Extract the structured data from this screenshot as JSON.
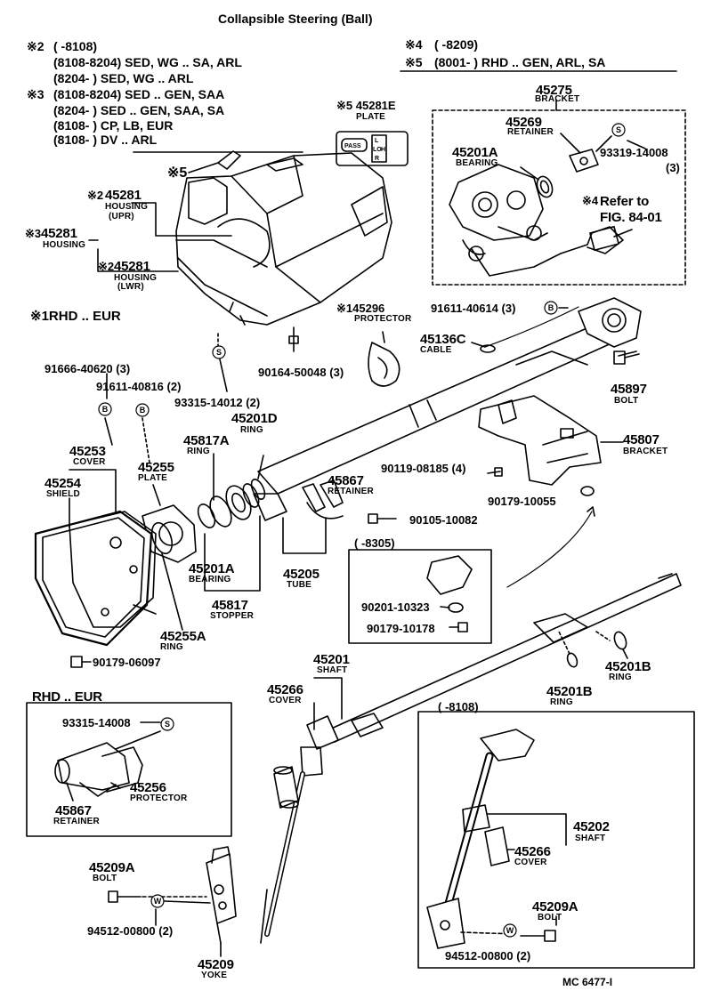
{
  "title": "Collapsible Steering (Ball)",
  "diagram_code": "MC 6477-I",
  "notes_left": [
    {
      "mark": "※2",
      "text": "(          -8108)"
    },
    {
      "mark": "",
      "text": "(8108-8204) SED, WG .. SA, ARL"
    },
    {
      "mark": "",
      "text": "(8204-          ) SED, WG .. ARL"
    },
    {
      "mark": "※3",
      "text": "(8108-8204) SED .. GEN, SAA"
    },
    {
      "mark": "",
      "text": "(8204-          ) SED .. GEN, SAA, SA"
    },
    {
      "mark": "",
      "text": "(8108-          ) CP, LB, EUR"
    },
    {
      "mark": "",
      "text": "(8108-          ) DV .. ARL"
    }
  ],
  "notes_right": [
    {
      "mark": "※4",
      "text": "(          -8209)"
    },
    {
      "mark": "※5",
      "text": "(8001-          ) RHD .. GEN, ARL, SA"
    }
  ],
  "note_rhd_eur": "※1RHD .. EUR",
  "box_rhd_eur_title": "RHD .. EUR",
  "box_8305_title": "(          -8305)",
  "box_8108_title": "(          -8108)",
  "plate": {
    "mark": "※5",
    "number": "45281E",
    "name": "PLATE",
    "legend": [
      "PASS",
      "LO",
      "HI",
      "L",
      "R"
    ]
  },
  "labels": {
    "bracket_45275": {
      "num": "45275",
      "name": "BRACKET"
    },
    "retainer_45269": {
      "num": "45269",
      "name": "RETAINER"
    },
    "bearing_45201a_top": {
      "num": "45201A",
      "name": "BEARING"
    },
    "screw_93319": {
      "num": "93319-14008",
      "qty": "(3)"
    },
    "refer": {
      "mark": "※4",
      "text": "Refer to",
      "fig": "FIG. 84-01"
    },
    "housing_upr": {
      "mark": "※2",
      "num": "45281",
      "name": "HOUSING",
      "sub": "(UPR)"
    },
    "housing": {
      "mark": "※3",
      "num": "45281",
      "name": "HOUSING"
    },
    "housing_lwr": {
      "mark": "※2",
      "num": "45281",
      "name": "HOUSING",
      "sub": "(LWR)"
    },
    "mark5_cover": "※5",
    "protector_145296": {
      "mark": "※1",
      "num": "45296",
      "name": "PROTECTOR"
    },
    "screw_91611_40614": {
      "num": "91611-40614",
      "qty": "(3)"
    },
    "cable_45136c": {
      "num": "45136C",
      "name": "CABLE"
    },
    "bolt_45897": {
      "num": "45897",
      "name": "BOLT"
    },
    "screw_90164": {
      "num": "90164-50048",
      "qty": "(3)"
    },
    "screw_91666": {
      "num": "91666-40620",
      "qty": "(3)"
    },
    "screw_91611_40816": {
      "num": "91611-40816",
      "qty": "(2)"
    },
    "screw_93315_14012": {
      "num": "93315-14012",
      "qty": "(2)"
    },
    "ring_45201d": {
      "num": "45201D",
      "name": "RING"
    },
    "bracket_45807": {
      "num": "45807",
      "name": "BRACKET"
    },
    "ring_45817a": {
      "num": "45817A",
      "name": "RING"
    },
    "cover_45253": {
      "num": "45253",
      "name": "COVER"
    },
    "plate_45255": {
      "num": "45255",
      "name": "PLATE"
    },
    "shield_45254": {
      "num": "45254",
      "name": "SHIELD"
    },
    "retainer_45867": {
      "num": "45867",
      "name": "RETAINER"
    },
    "screw_90119": {
      "num": "90119-08185",
      "qty": "(4)"
    },
    "nut_90179_10055": {
      "num": "90179-10055"
    },
    "bolt_90105": {
      "num": "90105-10082"
    },
    "bearing_45201a": {
      "num": "45201A",
      "name": "BEARING"
    },
    "tube_45205": {
      "num": "45205",
      "name": "TUBE"
    },
    "stopper_45817": {
      "num": "45817",
      "name": "STOPPER"
    },
    "ring_45255a": {
      "num": "45255A",
      "name": "RING"
    },
    "nut_90179_06097": {
      "num": "90179-06097"
    },
    "part_90201": {
      "num": "90201-10323"
    },
    "part_90179_10178": {
      "num": "90179-10178"
    },
    "shaft_45201": {
      "num": "45201",
      "name": "SHAFT"
    },
    "cover_45266": {
      "num": "45266",
      "name": "COVER"
    },
    "ring_45201b_a": {
      "num": "45201B",
      "name": "RING"
    },
    "ring_45201b_b": {
      "num": "45201B",
      "name": "RING"
    },
    "screw_93315_14008": {
      "num": "93315-14008"
    },
    "protector_45256": {
      "num": "45256",
      "name": "PROTECTOR"
    },
    "retainer_45867_b": {
      "num": "45867",
      "name": "RETAINER"
    },
    "shaft_45202": {
      "num": "45202",
      "name": "SHAFT"
    },
    "cover_45266_b": {
      "num": "45266",
      "name": "COVER"
    },
    "bolt_45209a": {
      "num": "45209A",
      "name": "BOLT"
    },
    "washer_94512": {
      "num": "94512-00800",
      "qty": "(2)"
    },
    "bolt_45209a_b": {
      "num": "45209A",
      "name": "BOLT"
    },
    "washer_94512_b": {
      "num": "94512-00800",
      "qty": "(2)"
    },
    "yoke_45209": {
      "num": "45209",
      "name": "YOKE"
    }
  },
  "markers": {
    "screw": "S",
    "bolt": "B",
    "washer": "W"
  }
}
